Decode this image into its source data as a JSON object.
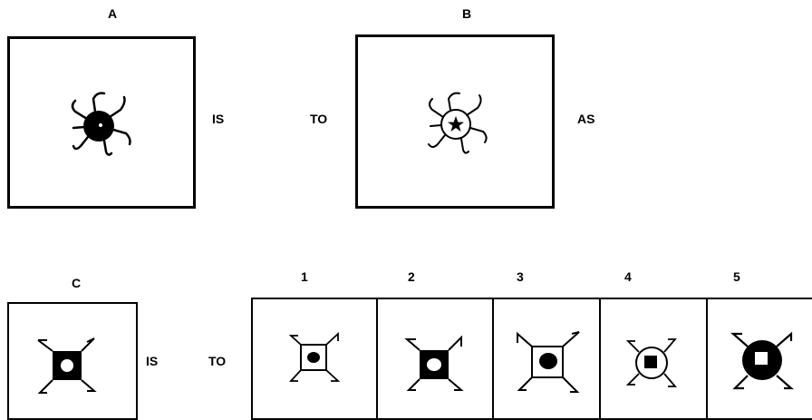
{
  "figure_a": {
    "label": "A"
  },
  "figure_b": {
    "label": "B"
  },
  "figure_c": {
    "label": "C"
  },
  "connectors": {
    "is_1": "IS",
    "to_1": "TO",
    "as_1": "AS",
    "is_2": "IS",
    "to_2": "TO"
  },
  "options": [
    {
      "label": "1"
    },
    {
      "label": "2"
    },
    {
      "label": "3"
    },
    {
      "label": "4"
    },
    {
      "label": "5"
    }
  ],
  "colors": {
    "ink": "#000000",
    "background": "#ffffff"
  }
}
